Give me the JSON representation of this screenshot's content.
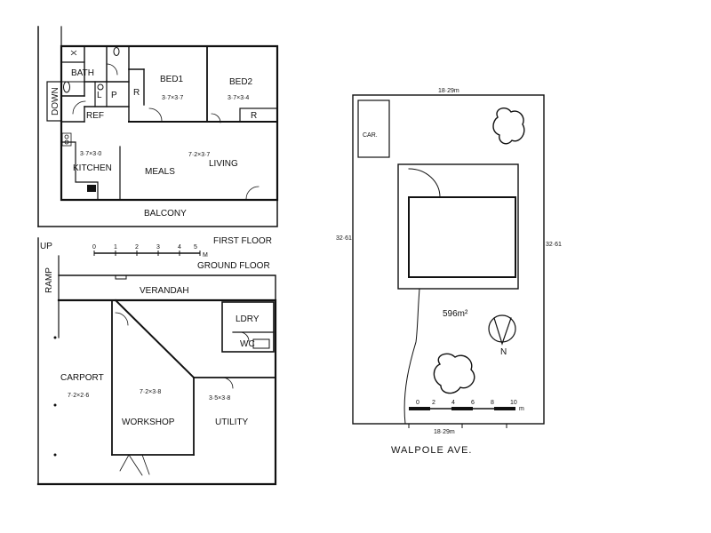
{
  "first_floor": {
    "bath": "BATH",
    "l": "L",
    "p": "P",
    "ref": "REF",
    "r_left": "R",
    "down": "DOWN",
    "bed1": {
      "name": "BED1",
      "size": "3·7×3·7"
    },
    "bed2": {
      "name": "BED2",
      "size": "3·7×3·4",
      "r": "R"
    },
    "kitchen": {
      "name": "KITCHEN",
      "size": "3·7×3·0"
    },
    "meals": "MEALS",
    "living": {
      "name": "LIVING",
      "size": "7·2×3·7"
    },
    "balcony": "BALCONY",
    "title": "FIRST FLOOR"
  },
  "scale": {
    "ticks": [
      "0",
      "1",
      "2",
      "3",
      "4",
      "5"
    ],
    "unit": "M"
  },
  "ground_floor": {
    "title": "GROUND FLOOR",
    "up": "UP",
    "ramp": "RAMP",
    "verandah": "VERANDAH",
    "ldry": "LDRY",
    "wc": "WC",
    "carport": {
      "name": "CARPORT",
      "size": "7·2×2·6"
    },
    "workshop": {
      "name": "WORKSHOP",
      "size": "7·2×3·8"
    },
    "utility": {
      "name": "UTILITY",
      "size": "3·5×3·8"
    }
  },
  "site": {
    "top_dim": "18·29m",
    "bottom_dim": "18·29m",
    "left_dim": "32·61",
    "right_dim": "32·61",
    "car": "CAR.",
    "area": "596m²",
    "north": "N",
    "street": "WALPOLE AVE.",
    "scale_ticks": [
      "0",
      "2",
      "4",
      "6",
      "8",
      "10"
    ],
    "scale_unit": "m"
  }
}
